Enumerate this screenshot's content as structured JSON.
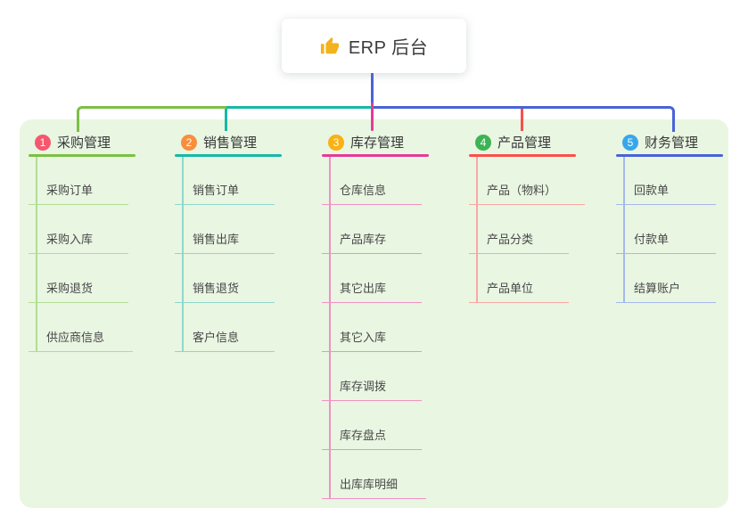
{
  "root": {
    "label": "ERP 后台",
    "icon": "thumbs-up-icon",
    "icon_color": "#f2b31c"
  },
  "colors": {
    "panel_bg": "#e9f6e2",
    "stem": "#4a63d8",
    "text": "#3b3b3b"
  },
  "branches": [
    {
      "num": "1",
      "label": "采购管理",
      "badge_color": "#f5586e",
      "line_color": "#7bc043",
      "item_line_color": "#b3dc95",
      "items": [
        "采购订单",
        "采购入库",
        "采购退货",
        "供应商信息"
      ]
    },
    {
      "num": "2",
      "label": "销售管理",
      "badge_color": "#f98e3d",
      "line_color": "#16b9a7",
      "item_line_color": "#8ed8cc",
      "items": [
        "销售订单",
        "销售出库",
        "销售退货",
        "客户信息"
      ]
    },
    {
      "num": "3",
      "label": "库存管理",
      "badge_color": "#f9b115",
      "line_color": "#e53a97",
      "item_line_color": "#f191c5",
      "items": [
        "仓库信息",
        "产品库存",
        "其它出库",
        "其它入库",
        "库存调拨",
        "库存盘点",
        "出库库明细"
      ]
    },
    {
      "num": "4",
      "label": "产品管理",
      "badge_color": "#3cb454",
      "line_color": "#f8504b",
      "item_line_color": "#f9a9a5",
      "items": [
        "产品（物料）",
        "产品分类",
        "产品单位"
      ]
    },
    {
      "num": "5",
      "label": "财务管理",
      "badge_color": "#38a7ea",
      "line_color": "#4a63d8",
      "item_line_color": "#a7b8ec",
      "items": [
        "回款单",
        "付款单",
        "结算账户"
      ]
    }
  ]
}
